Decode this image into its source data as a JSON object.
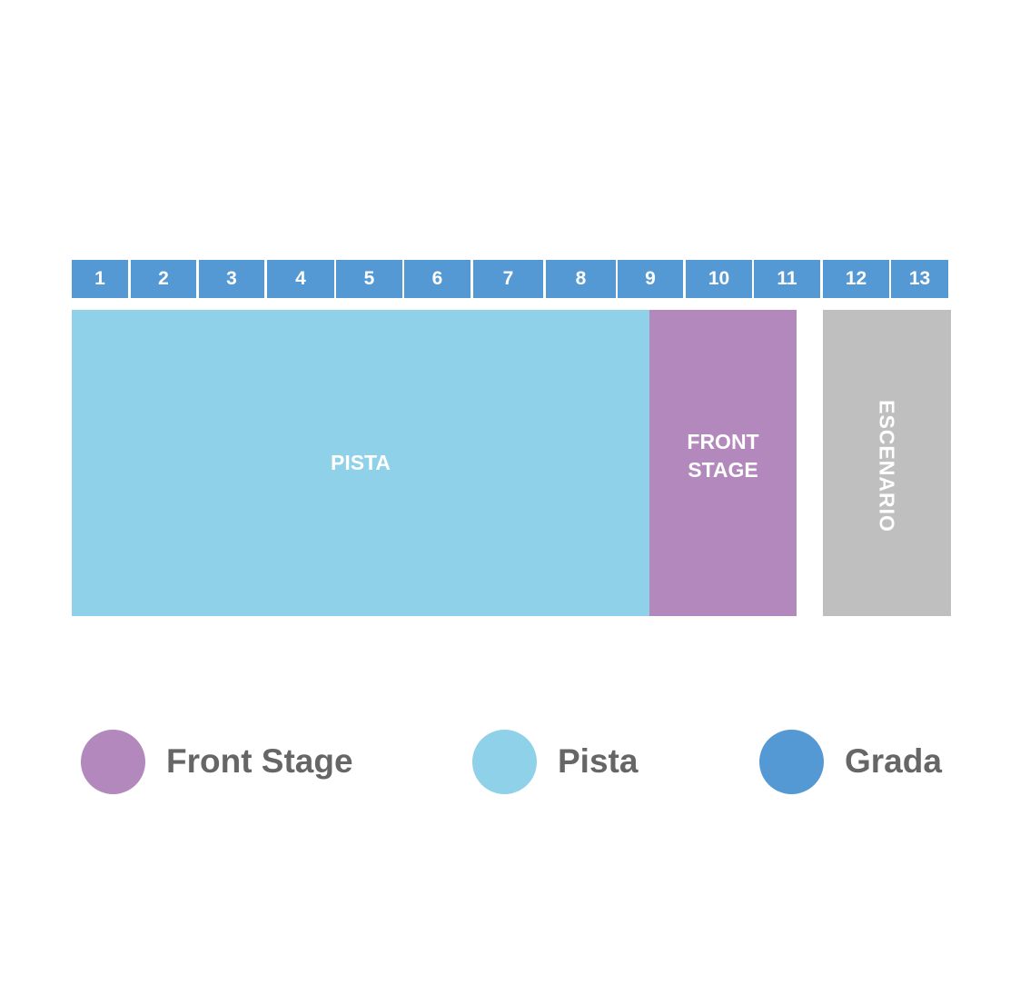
{
  "grada": {
    "sections": [
      "1",
      "2",
      "3",
      "4",
      "5",
      "6",
      "7",
      "8",
      "9",
      "10",
      "11",
      "12",
      "13"
    ]
  },
  "zones": {
    "pista": "PISTA",
    "front_stage": [
      "FRONT",
      "STAGE"
    ],
    "escenario": "ESCENARIO"
  },
  "legend": [
    {
      "label": "Front Stage",
      "color": "#b388bd"
    },
    {
      "label": "Pista",
      "color": "#8ed1e8"
    },
    {
      "label": "Grada",
      "color": "#5599d4"
    }
  ],
  "colors": {
    "grada": "#5599d4",
    "pista": "#8ed1e8",
    "front_stage": "#b388bd",
    "escenario": "#bfbfbf"
  }
}
